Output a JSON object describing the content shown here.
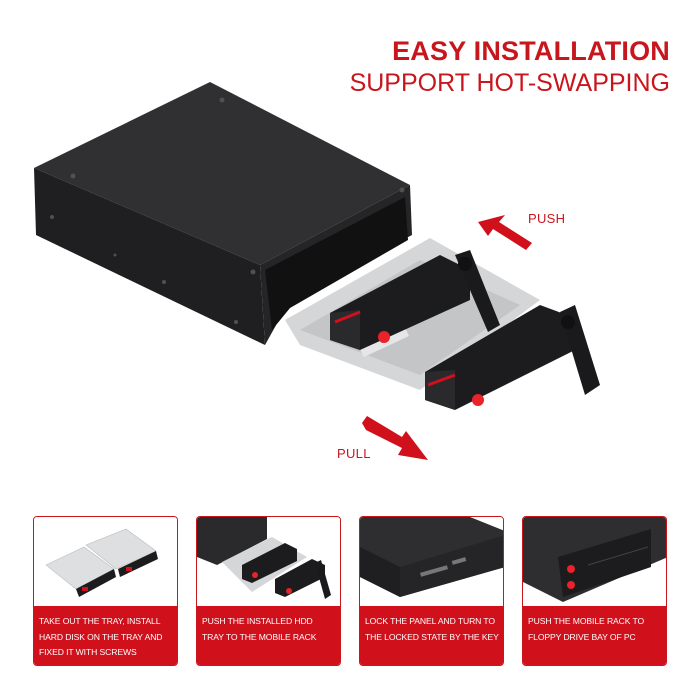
{
  "headline": {
    "title": "EASY INSTALLATION",
    "subtitle": "SUPPORT HOT-SWAPPING"
  },
  "hero": {
    "image": "hot-swap-mobile-rack-with-two-drive-trays",
    "arrows": [
      {
        "label": "PUSH",
        "direction": "up-left"
      },
      {
        "label": "PULL",
        "direction": "down-right"
      }
    ]
  },
  "colors": {
    "accent": "#c8161d",
    "caption_bg": "#d0101b",
    "device_body": "#2b2b2d",
    "tray_metal": "#d9dadc",
    "background": "#ffffff"
  },
  "steps": [
    {
      "image": "two-empty-drive-trays",
      "caption": "TAKE OUT THE TRAY, INSTALL HARD DISK ON THE TRAY AND FIXED IT WITH SCREWS"
    },
    {
      "image": "trays-sliding-into-rack",
      "caption": "PUSH THE INSTALLED HDD TRAY TO THE MOBILE RACK"
    },
    {
      "image": "rack-rear-sata-ports",
      "caption": "LOCK THE PANEL AND TURN TO THE LOCKED STATE BY THE KEY"
    },
    {
      "image": "rack-front-with-locks",
      "caption": "PUSH THE MOBILE RACK TO FLOPPY DRIVE BAY OF PC"
    }
  ]
}
